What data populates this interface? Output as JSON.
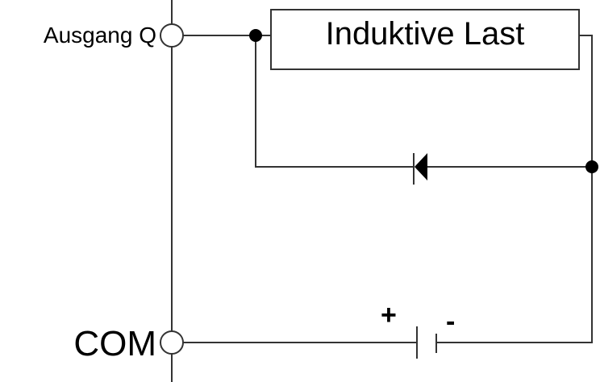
{
  "labels": {
    "output": "Ausgang Q",
    "common": "COM",
    "load": "Induktive Last",
    "plus": "+",
    "minus": "-"
  },
  "colors": {
    "line": "#333333",
    "text": "#000000"
  }
}
